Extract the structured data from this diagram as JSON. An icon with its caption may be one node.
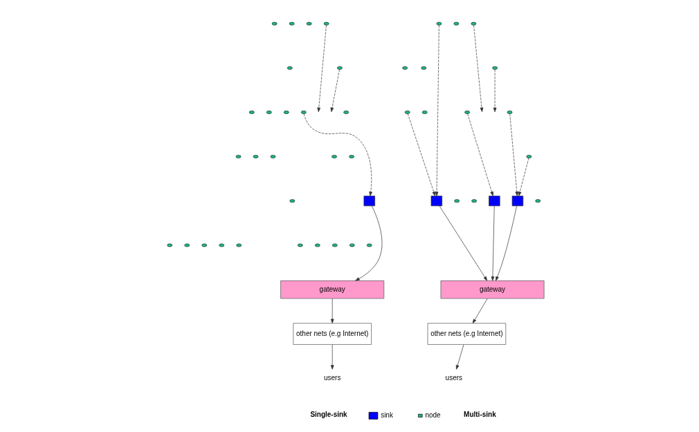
{
  "diagram": {
    "nodes": [
      {
        "text": [],
        "shape": "circle"
      },
      {
        "text": [],
        "shape": "circle"
      },
      {
        "text": [],
        "shape": "circle"
      },
      {
        "text": [],
        "shape": "circle"
      },
      {
        "text": [],
        "shape": "circle"
      },
      {
        "text": [],
        "shape": "circle"
      },
      {
        "text": [],
        "shape": "circle"
      },
      {
        "text": [],
        "shape": "circle"
      },
      {
        "text": [],
        "shape": "circle"
      },
      {
        "text": [],
        "shape": "circle"
      },
      {
        "text": [],
        "shape": "circle"
      },
      {
        "text": [],
        "shape": "circle"
      },
      {
        "text": [],
        "shape": "circle"
      },
      {
        "text": [],
        "shape": "circle"
      },
      {
        "text": [],
        "shape": "circle"
      },
      {
        "text": [],
        "shape": "circle"
      },
      {
        "text": [],
        "shape": "circle"
      },
      {
        "text": [],
        "shape": "circle"
      },
      {
        "text": [],
        "shape": "circle"
      },
      {
        "text": [],
        "shape": "circle"
      },
      {
        "text": [],
        "shape": "box"
      },
      {
        "text": [
          "gateway"
        ]
      },
      {
        "text": [
          "other nets (e.g Internet)"
        ]
      },
      {
        "text": [
          "users"
        ]
      },
      {
        "text": [],
        "shape": "circle"
      },
      {
        "text": [],
        "shape": "circle"
      },
      {
        "text": [],
        "shape": "circle"
      },
      {
        "text": [],
        "shape": "circle"
      },
      {
        "text": [],
        "shape": "circle"
      },
      {
        "text": [],
        "shape": "circle"
      },
      {
        "text": [],
        "shape": "circle"
      },
      {
        "text": [],
        "shape": "circle"
      },
      {
        "text": [],
        "shape": "circle"
      },
      {
        "text": [],
        "shape": "circle"
      },
      {
        "text": [],
        "shape": "circle"
      },
      {
        "text": [],
        "shape": "circle"
      },
      {
        "text": [],
        "shape": "circle"
      },
      {
        "text": [],
        "shape": "circle"
      },
      {
        "text": [],
        "shape": "circle"
      },
      {
        "text": [],
        "shape": "circle"
      },
      {
        "text": [],
        "shape": "circle"
      },
      {
        "text": [],
        "shape": "circle"
      },
      {
        "text": [],
        "shape": "circle"
      },
      {
        "text": [],
        "shape": "circle"
      },
      {
        "text": [],
        "shape": "circle"
      },
      {
        "text": [],
        "shape": "box"
      },
      {
        "text": [],
        "shape": "box"
      },
      {
        "text": [],
        "shape": "box"
      },
      {
        "text": [
          "gateway"
        ]
      },
      {
        "text": [
          "other nets (e.g Internet)"
        ]
      },
      {
        "text": [
          "users"
        ]
      }
    ],
    "edges": [
      {
        "from": 2,
        "to": null,
        "arrow": "to",
        "style": "dashed"
      },
      {
        "from": 4,
        "to": null,
        "arrow": "to",
        "style": "dashed"
      },
      {
        "from": 8,
        "to": 20,
        "arrow": "to",
        "style": "dashed"
      },
      {
        "from": 20,
        "to": 21,
        "arrow": "to"
      },
      {
        "from": 21,
        "to": 22,
        "arrow": "to"
      },
      {
        "from": 22,
        "to": 23,
        "arrow": "to"
      },
      {
        "from": 24,
        "to": 45,
        "arrow": "to",
        "style": "dashed"
      },
      {
        "from": 30,
        "to": 45,
        "arrow": "to",
        "style": "dashed"
      },
      {
        "from": 26,
        "to": null,
        "arrow": "to",
        "style": "dashed"
      },
      {
        "from": 28,
        "to": null,
        "arrow": "to",
        "style": "dashed"
      },
      {
        "from": 33,
        "to": 46,
        "arrow": "to",
        "style": "dashed"
      },
      {
        "from": 36,
        "to": 47,
        "arrow": "to",
        "style": "dashed"
      },
      {
        "from": 32,
        "to": 47,
        "arrow": "to",
        "style": "dashed"
      },
      {
        "from": 45,
        "to": 48,
        "arrow": "to"
      },
      {
        "from": 46,
        "to": 48,
        "arrow": "to"
      },
      {
        "from": 47,
        "to": 48,
        "arrow": "to"
      },
      {
        "from": 48,
        "to": 49,
        "arrow": "to"
      },
      {
        "from": 49,
        "to": 50,
        "arrow": "to"
      }
    ],
    "labels": [
      "Single-sink",
      "Multi-sink"
    ],
    "legend": [
      {
        "text": "sink"
      },
      {
        "text": "node"
      }
    ]
  }
}
